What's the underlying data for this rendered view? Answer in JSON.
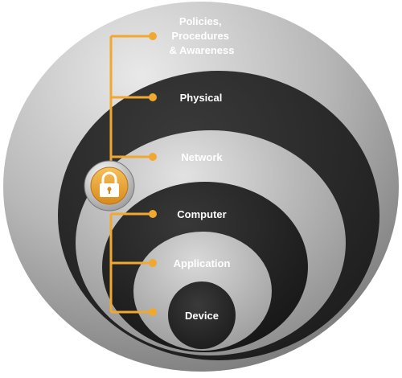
{
  "layers": [
    {
      "label_lines": [
        "Policies,",
        "Procedures",
        "& Awareness"
      ]
    },
    {
      "label_lines": [
        "Physical"
      ]
    },
    {
      "label_lines": [
        "Network"
      ]
    },
    {
      "label_lines": [
        "Computer"
      ]
    },
    {
      "label_lines": [
        "Application"
      ]
    },
    {
      "label_lines": [
        "Device"
      ]
    }
  ],
  "colors": {
    "connector": "#f0a830",
    "lock": "#e39a2a"
  },
  "icons": {
    "lock": "padlock-icon"
  }
}
